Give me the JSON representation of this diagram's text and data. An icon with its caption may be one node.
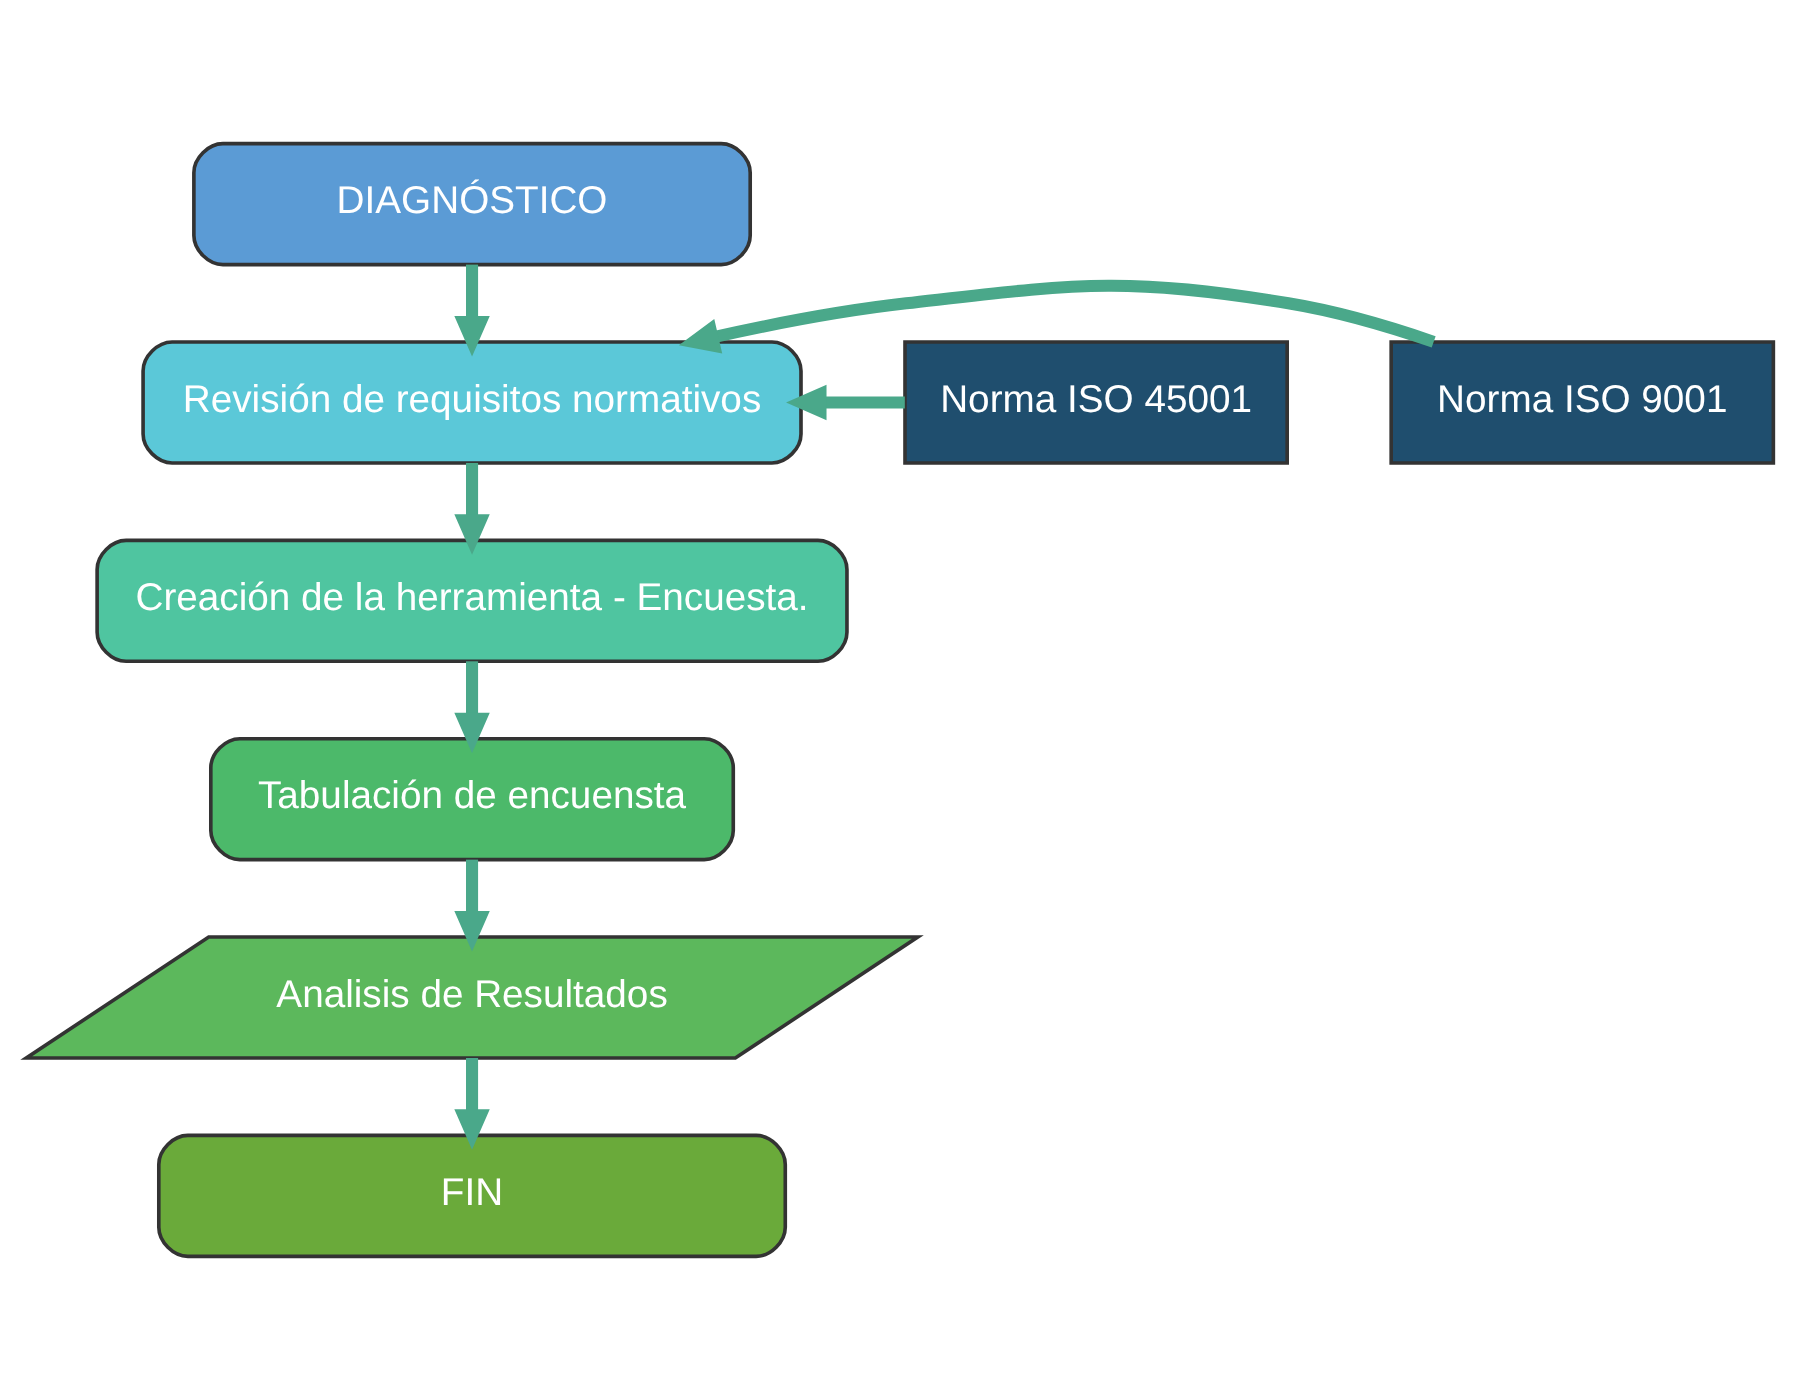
{
  "diagram": {
    "nodes": [
      {
        "text": [
          "DIAGNÓSTICO"
        ]
      },
      {
        "text": [
          "Norma ISO 45001"
        ]
      },
      {
        "text": [
          "Revisión de requisitos normativos"
        ]
      },
      {
        "text": [
          "Norma ISO 9001"
        ]
      },
      {
        "text": [
          "Creación de la herramienta - Encuesta."
        ]
      },
      {
        "text": [
          "Tabulación de encuensta"
        ]
      },
      {
        "text": [
          "Analisis de Resultados"
        ]
      },
      {
        "text": [
          "FIN"
        ]
      }
    ],
    "edges": [
      {
        "from": 0,
        "to": 2,
        "arrow": "to"
      },
      {
        "from": 1,
        "to": 2,
        "arrow": "to"
      },
      {
        "from": 3,
        "to": 2,
        "arrow": "to"
      },
      {
        "from": 2,
        "to": 4,
        "arrow": "to"
      },
      {
        "from": 4,
        "to": 5,
        "arrow": "to"
      },
      {
        "from": 5,
        "to": 6,
        "arrow": "to"
      },
      {
        "from": 6,
        "to": 7,
        "arrow": "to"
      }
    ]
  }
}
